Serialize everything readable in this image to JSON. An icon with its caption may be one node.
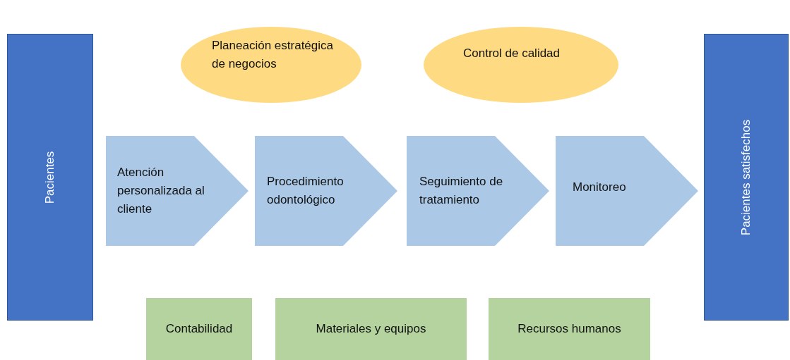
{
  "diagram": {
    "nodes": [
      {
        "text": [
          "Pacientes"
        ]
      },
      {
        "text": [
          "Planeación estratégica de negocios"
        ]
      },
      {
        "text": [
          "Control de calidad"
        ]
      },
      {
        "text": [
          "Atención personalizada al cliente"
        ]
      },
      {
        "text": [
          "Procedimiento odontológico"
        ]
      },
      {
        "text": [
          "Seguimiento de tratamiento"
        ]
      },
      {
        "text": [
          "Monitoreo"
        ]
      },
      {
        "text": [
          "Pacientes satisfechos"
        ]
      },
      {
        "text": [
          "Contabilidad"
        ]
      },
      {
        "text": [
          "Materiales y equipos"
        ]
      },
      {
        "text": [
          "Recursos humanos"
        ]
      }
    ]
  }
}
